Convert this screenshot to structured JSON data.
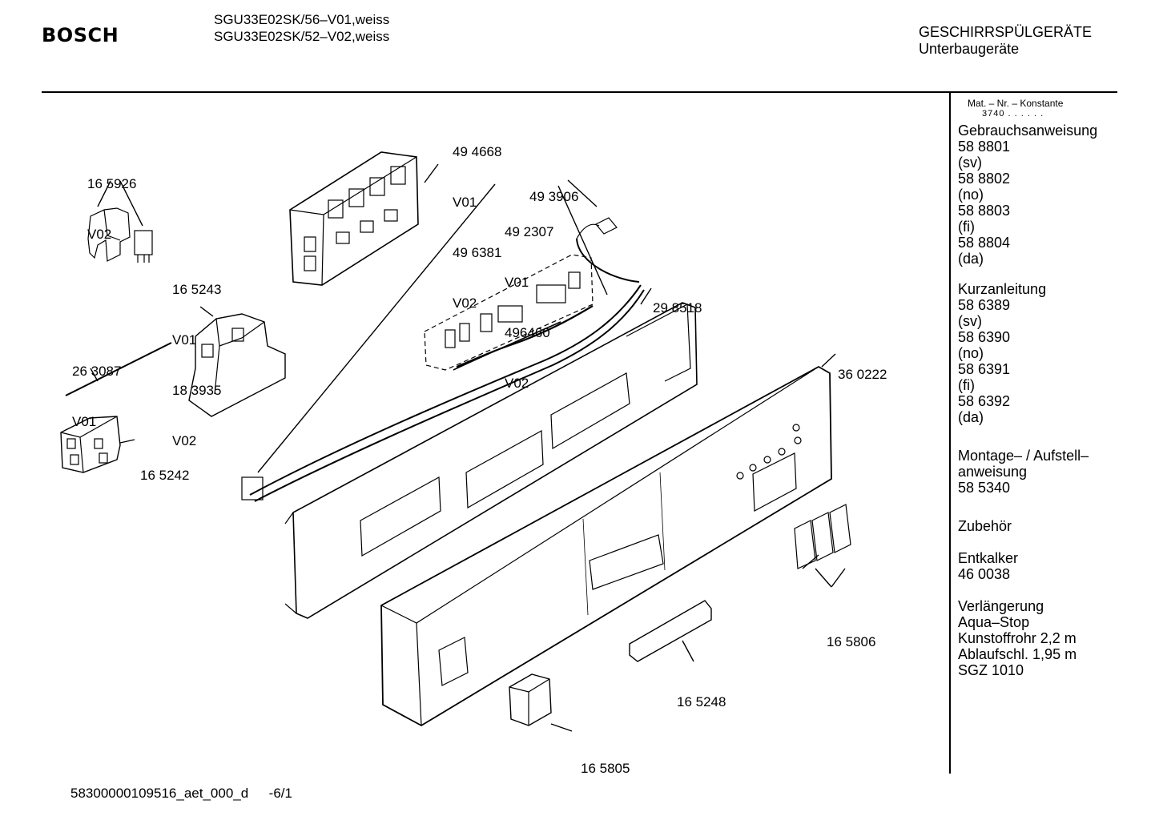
{
  "header": {
    "brand": "BOSCH",
    "model_1": "SGU33E02SK/56–V01,weiss",
    "model_2": "SGU33E02SK/52–V02,weiss",
    "category": "GESCHIRRSPÜLGERÄTE",
    "subcategory": "Unterbaugeräte"
  },
  "sidebar": {
    "mat_label": "Mat. – Nr. – Konstante",
    "mat_value": "3740  .   .   .   .   .  .",
    "gebrauchsanweisung": {
      "title": "Gebrauchsanweisung",
      "lines": [
        "58 8801",
        "(sv)",
        "58 8802",
        "(no)",
        "58 8803",
        "(fi)",
        "58 8804",
        "(da)"
      ]
    },
    "kurzanleitung": {
      "title": "Kurzanleitung",
      "lines": [
        "58 6389",
        "(sv)",
        "58 6390",
        "(no)",
        "58 6391",
        "(fi)",
        "58 6392",
        "(da)"
      ]
    },
    "montage": {
      "lines": [
        "Montage– / Aufstell–",
        "anweisung",
        "58 5340"
      ]
    },
    "zubehoer": "Zubehör",
    "entkalker": {
      "lines": [
        "Entkalker",
        "46 0038"
      ]
    },
    "verlaengerung": {
      "lines": [
        "Verlängerung",
        "Aqua–Stop",
        "Kunstoffrohr 2,2 m",
        "Ablaufschl. 1,95 m",
        "SGZ 1010"
      ]
    }
  },
  "callouts": {
    "c_494668": [
      "49 4668",
      "V01",
      "49 6381",
      "V02"
    ],
    "c_165926": [
      "16 5926",
      "V02"
    ],
    "c_493906": [
      "49 3906"
    ],
    "c_492307": [
      "49 2307",
      "V01",
      "496460",
      "V02"
    ],
    "c_165243": [
      "16 5243",
      "V01",
      "18 3935",
      "V02"
    ],
    "c_298518": [
      "29 8518"
    ],
    "c_263087": [
      "26 3087",
      "V01"
    ],
    "c_360222": [
      "36 0222"
    ],
    "c_165242": [
      "16 5242"
    ],
    "c_165806": [
      "16 5806"
    ],
    "c_165248": [
      "16 5248"
    ],
    "c_165805": [
      "16 5805"
    ]
  },
  "footer": {
    "doc_id": "58300000109516_aet_000_d",
    "page": "-6/1"
  }
}
